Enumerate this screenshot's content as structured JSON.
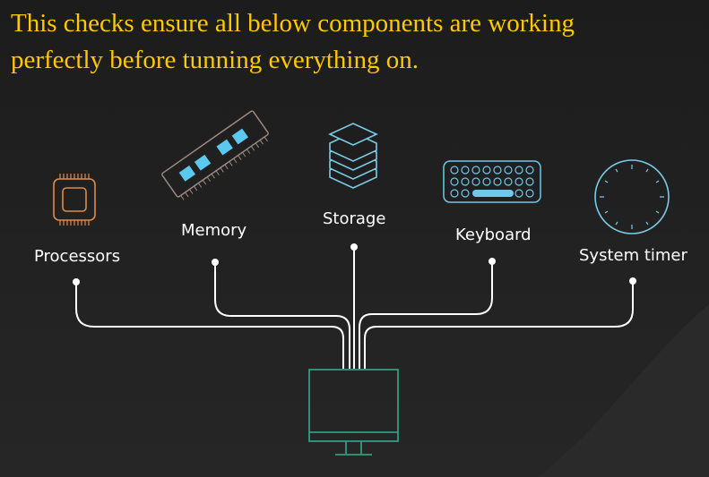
{
  "caption": {
    "line1": "This checks ensure all below components are working",
    "line2": "perfectly before tunning everything on."
  },
  "components": [
    {
      "label": "Processors",
      "icon": "cpu-icon"
    },
    {
      "label": "Memory",
      "icon": "ram-icon"
    },
    {
      "label": "Storage",
      "icon": "storage-stack-icon"
    },
    {
      "label": "Keyboard",
      "icon": "keyboard-icon"
    },
    {
      "label": "System timer",
      "icon": "clock-icon"
    }
  ],
  "center_icon": "monitor-icon",
  "colors": {
    "background": "#1e1e1e",
    "caption": "#ffc800",
    "cpu": "#e08a4a",
    "ram": "#5bc8f0",
    "storage": "#7ccbe6",
    "keyboard": "#6ec8ec",
    "clock": "#7ccbe6",
    "monitor": "#2f9e82",
    "connector": "#ffffff"
  }
}
